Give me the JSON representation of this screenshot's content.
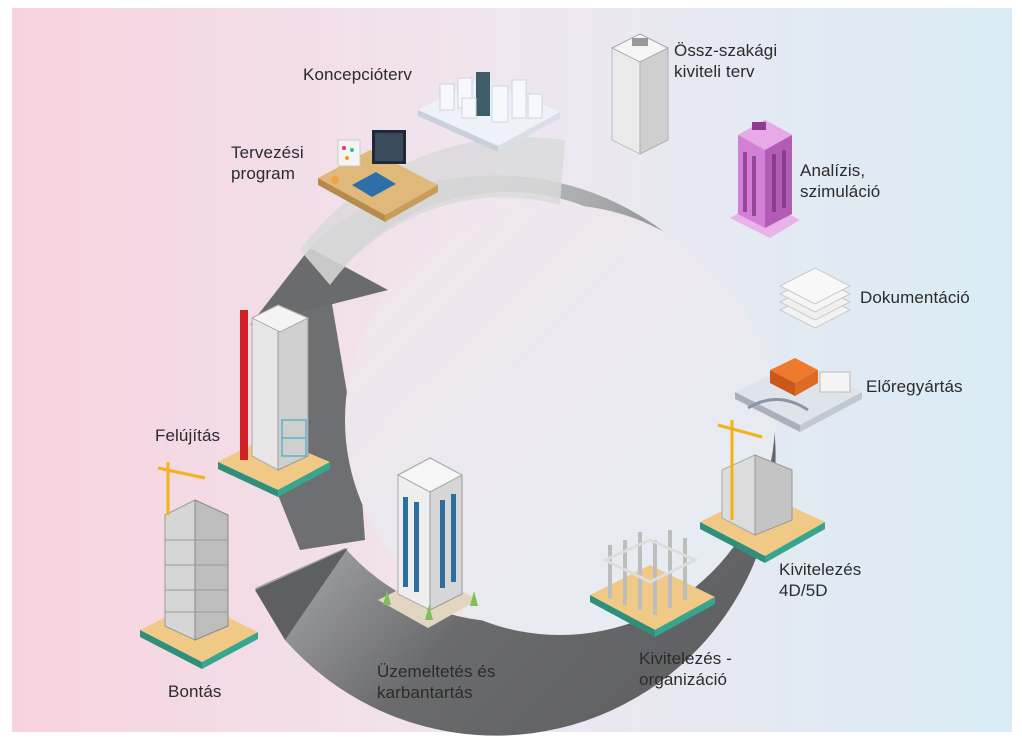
{
  "diagram": {
    "stages": [
      {
        "id": "koncepcio",
        "label": "Koncepcióterv"
      },
      {
        "id": "tervezesi",
        "label": "Tervezési\nprogram"
      },
      {
        "id": "ossz",
        "label": "Össz-szakági\nkiviteli terv"
      },
      {
        "id": "analizis",
        "label": "Analízis,\nszimuláció"
      },
      {
        "id": "dokumentacio",
        "label": "Dokumentáció"
      },
      {
        "id": "eloregyartas",
        "label": "Előregyártás"
      },
      {
        "id": "kivitelezes4d",
        "label": "Kivitelezés\n4D/5D"
      },
      {
        "id": "kivitelezesorg",
        "label": "Kivitelezés -\norganizáció"
      },
      {
        "id": "uzemeltetes",
        "label": "Üzemeltetés és\nkarbantartás"
      },
      {
        "id": "felujitas",
        "label": "Felújítás"
      },
      {
        "id": "bontas",
        "label": "Bontás"
      }
    ],
    "colors": {
      "ring_dark": "#5f6062",
      "ring_light": "#e0e0e2",
      "bg_left": "#f7d3df",
      "bg_right": "#d9ecf5",
      "accent_pink": "#d47fd6",
      "accent_orange": "#ef7a2e",
      "accent_red": "#d32027",
      "glass_blue": "#2b6f9e"
    }
  }
}
